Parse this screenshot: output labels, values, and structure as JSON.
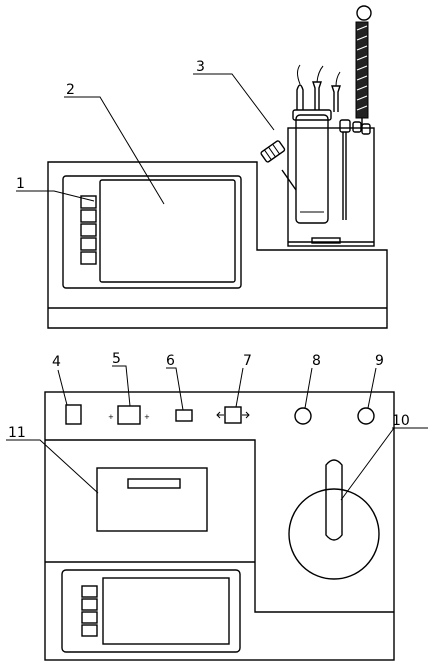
{
  "callouts": [
    {
      "id": "c1",
      "text": "1"
    },
    {
      "id": "c2",
      "text": "2"
    },
    {
      "id": "c3",
      "text": "3"
    },
    {
      "id": "c4",
      "text": "4"
    },
    {
      "id": "c5",
      "text": "5"
    },
    {
      "id": "c6",
      "text": "6"
    },
    {
      "id": "c7",
      "text": "7"
    },
    {
      "id": "c8",
      "text": "8"
    },
    {
      "id": "c9",
      "text": "9"
    },
    {
      "id": "c10",
      "text": "10"
    },
    {
      "id": "c11",
      "text": "11"
    }
  ],
  "switch_marks": {
    "left": "+",
    "right": "+"
  },
  "colors": {
    "line": "#000000",
    "background": "#ffffff"
  }
}
